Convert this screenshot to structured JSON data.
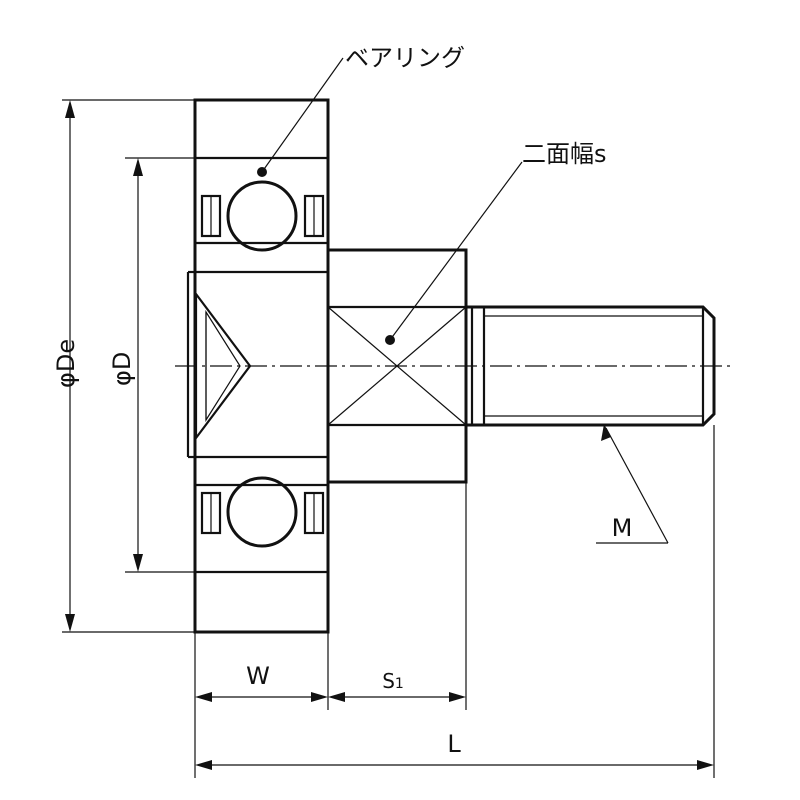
{
  "labels": {
    "bearing": "ベアリング",
    "width_across_flats": "二面幅s",
    "outer_diameter": "De",
    "inner_diameter": "D",
    "phi": "φ",
    "width": "W",
    "s1_main": "S",
    "s1_sub": "1",
    "thread": "M",
    "length": "L"
  }
}
